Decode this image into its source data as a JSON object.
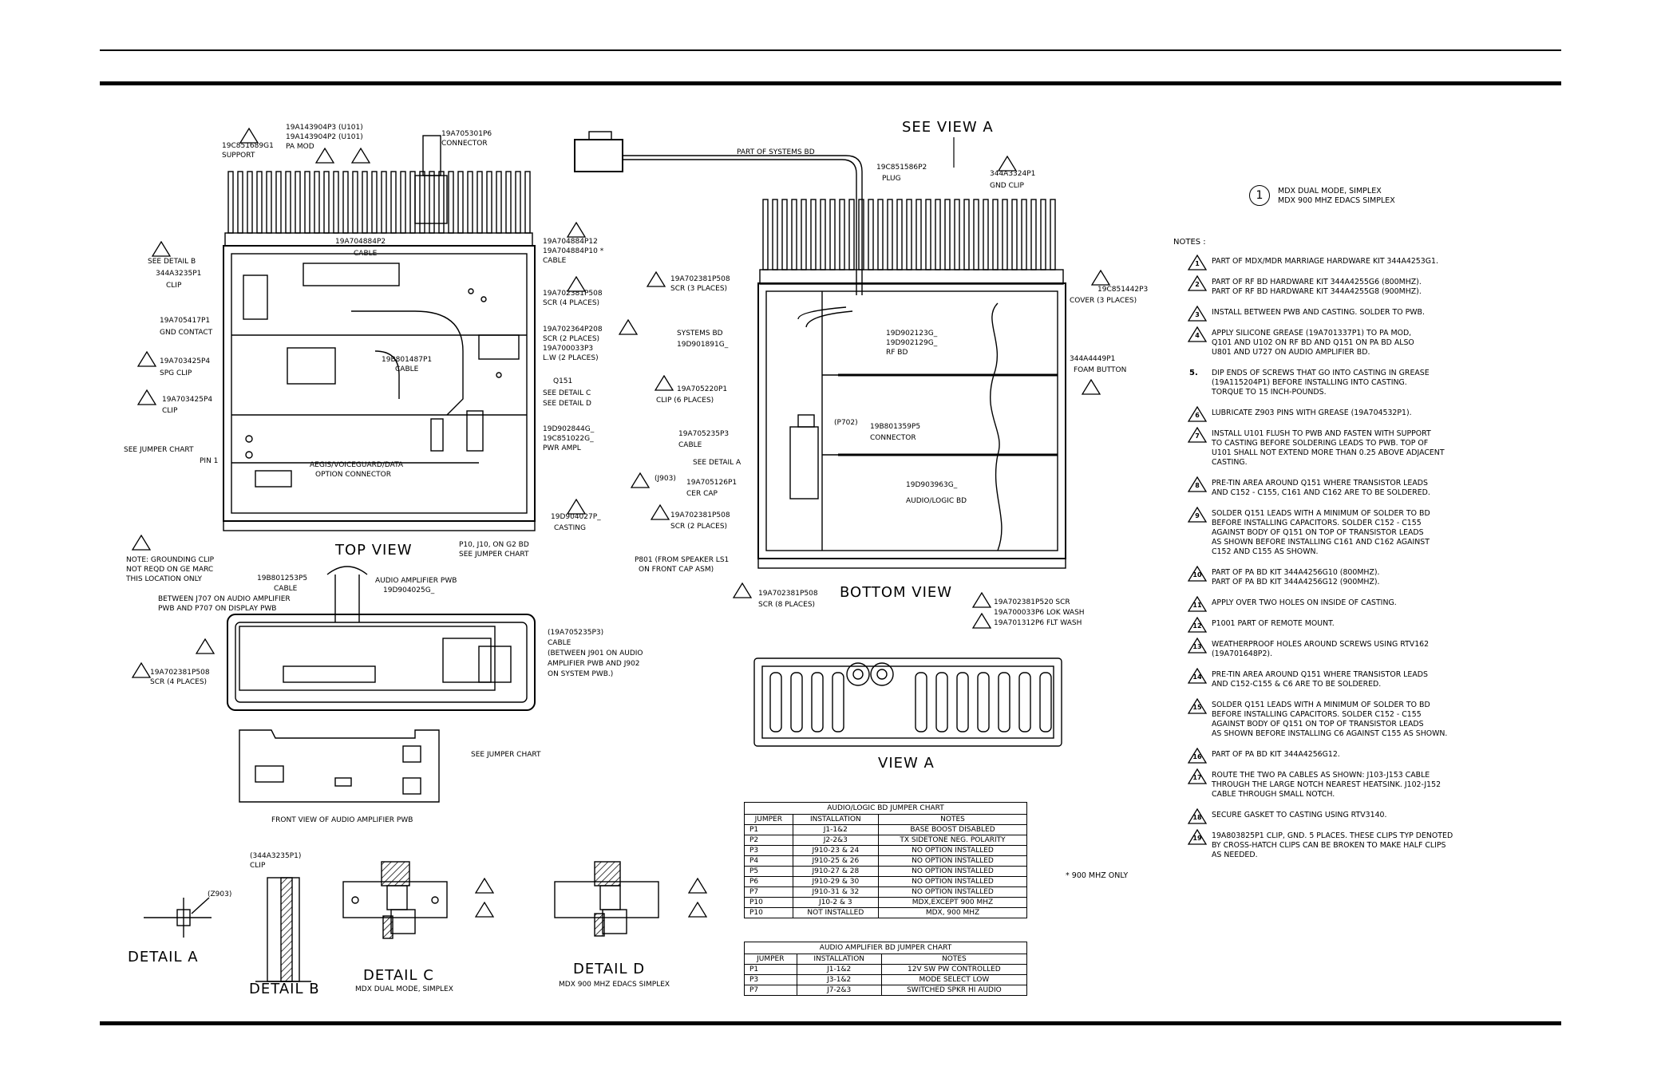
{
  "legend": {
    "symbol": "1",
    "line1": "MDX DUAL MODE, SIMPLEX",
    "line2": "MDX 900 MHZ EDACS SIMPLEX"
  },
  "views": {
    "top": "TOP VIEW",
    "bottom": "BOTTOM VIEW",
    "see_view_a": "SEE VIEW A",
    "view_a": "VIEW A",
    "detail_a": "DETAIL  A",
    "detail_b": "DETAIL B",
    "detail_c": "DETAIL  C",
    "detail_c_sub": "MDX DUAL MODE, SIMPLEX",
    "detail_d": "DETAIL  D",
    "detail_d_sub": "MDX 900 MHZ EDACS SIMPLEX",
    "front_view": "FRONT VIEW OF AUDIO AMPLIFIER PWB"
  },
  "callouts": {
    "support": [
      "19C851689G1",
      "SUPPORT"
    ],
    "pa_mod": [
      "19A143904P3 (U101)",
      "19A143904P2 (U101)",
      "PA MOD"
    ],
    "connector_top": [
      "19A705301P6",
      "CONNECTOR"
    ],
    "cable_p2": [
      "19A704884P2",
      "CABLE"
    ],
    "cable_p12": [
      "19A704884P12",
      "19A704884P10 *",
      "CABLE"
    ],
    "see_detail_b": "SEE DETAIL B",
    "clip_top": [
      "344A3235P1",
      "CLIP"
    ],
    "gnd_contact": [
      "19A705417P1",
      "GND CONTACT"
    ],
    "scr_4": [
      "19A702381P508",
      "SCR (4 PLACES)"
    ],
    "scr_2": [
      "19A702364P208",
      "SCR (2 PLACES)",
      "19A700033P3",
      "L.W (2 PLACES)"
    ],
    "spg_clip": [
      "19A703425P4",
      "SPG CLIP"
    ],
    "clip_p4": [
      "19A703425P4",
      "CLIP"
    ],
    "cable_j705": [
      "19B801487P1",
      "CABLE"
    ],
    "q151": [
      "Q151",
      "SEE DETAIL C",
      "SEE DETAIL D"
    ],
    "pwr_ampl": [
      "19D902844G_",
      "19C851022G_",
      "PWR AMPL"
    ],
    "jumper_chart_left": "SEE JUMPER CHART",
    "pin1": "PIN 1",
    "aegis": [
      "AEGIS/VOICEGUARD/DATA",
      "OPTION CONNECTOR"
    ],
    "casting": [
      "19D904027P_",
      "CASTING"
    ],
    "p10_note": [
      "P10, J10, ON G2 BD",
      "SEE JUMPER CHART"
    ],
    "grounding": [
      "NOTE: GROUNDING CLIP",
      "NOT REQD ON GE MARC",
      "THIS LOCATION ONLY"
    ],
    "cable_p5": [
      "19B801253P5",
      "CABLE",
      "BETWEEN J707 ON AUDIO AMPLIFIER",
      "PWB AND P707 ON DISPLAY PWB"
    ],
    "audio_amp": [
      "AUDIO AMPLIFIER PWB",
      "19D904025G_"
    ],
    "cable_p3": [
      "(19A705235P3)",
      "CABLE",
      "(BETWEEN J901 ON AUDIO",
      "AMPLIFIER PWB AND J902",
      "ON SYSTEM PWB.)"
    ],
    "scr_4_lower": [
      "19A702381P508",
      "SCR  (4 PLACES)"
    ],
    "see_jumper_chart_front": "SEE JUMPER CHART",
    "part_systems_bd": "PART OF SYSTEMS BD",
    "plug": [
      "19C851586P2",
      "PLUG"
    ],
    "gnd_clip": [
      "344A3324P1",
      "GND CLIP"
    ],
    "scr_3": [
      "19A702381P508",
      "SCR (3 PLACES)"
    ],
    "systems_bd": [
      "SYSTEMS BD",
      "19D901891G_"
    ],
    "rf_bd": [
      "19D902123G_",
      "19D902129G_",
      "RF  BD"
    ],
    "cover": [
      "19C851442P3",
      "COVER (3 PLACES)"
    ],
    "foam": [
      "344A4449P1",
      "FOAM BUTTON"
    ],
    "clip_6": [
      "19A705220P1",
      "CLIP (6 PLACES)"
    ],
    "connector_p702": [
      "(P702)",
      "19B801359P5",
      "CONNECTOR"
    ],
    "cable_bottom": [
      "19A705235P3",
      "CABLE"
    ],
    "see_detail_a": "SEE DETAIL A",
    "cer_cap": [
      "19A705126P1",
      "CER CAP"
    ],
    "j903": "(J903)",
    "audio_logic": [
      "19D903963G_",
      "AUDIO/LOGIC BD"
    ],
    "scr_2_bottom": [
      "19A702381P508",
      "SCR (2 PLACES)"
    ],
    "p801": [
      "P801 (FROM SPEAKER LS1",
      "ON FRONT CAP ASM)"
    ],
    "scr_8": [
      "19A702381P508",
      "SCR (8 PLACES)"
    ],
    "scr_wash": [
      "19A702381P520 SCR",
      "19A700033P6 LOK WASH",
      "19A701312P6 FLT WASH"
    ],
    "clip_b": [
      "(344A3235P1)",
      "CLIP"
    ],
    "z903": "(Z903)"
  },
  "audio_logic_chart": {
    "title": "AUDIO/LOGIC  BD  JUMPER  CHART",
    "headers": [
      "JUMPER",
      "INSTALLATION",
      "NOTES"
    ],
    "rows": [
      [
        "P1",
        "J1-1&2",
        "BASE BOOST DISABLED"
      ],
      [
        "P2",
        "J2-2&3",
        "TX SIDETONE NEG. POLARITY"
      ],
      [
        "P3",
        "J910-23 & 24",
        "NO OPTION INSTALLED"
      ],
      [
        "P4",
        "J910-25 & 26",
        "NO OPTION INSTALLED"
      ],
      [
        "P5",
        "J910-27 & 28",
        "NO OPTION INSTALLED"
      ],
      [
        "P6",
        "J910-29 & 30",
        "NO OPTION INSTALLED"
      ],
      [
        "P7",
        "J910-31 & 32",
        "NO OPTION INSTALLED"
      ],
      [
        "P10",
        "J10-2 & 3",
        "MDX,EXCEPT 900 MHZ"
      ],
      [
        "P10",
        "NOT INSTALLED",
        "MDX, 900 MHZ"
      ]
    ]
  },
  "audio_amp_chart": {
    "title": "AUDIO  AMPLIFIER  BD  JUMPER  CHART",
    "headers": [
      "JUMPER",
      "INSTALLATION",
      "NOTES"
    ],
    "rows": [
      [
        "P1",
        "J1-1&2",
        "12V  SW  PW  CONTROLLED"
      ],
      [
        "P3",
        "J3-1&2",
        "MODE  SELECT  LOW"
      ],
      [
        "P7",
        "J7-2&3",
        "SWITCHED SPKR HI AUDIO"
      ]
    ]
  },
  "footnote": "*  900 MHZ ONLY",
  "notes_title": "NOTES :",
  "notes": [
    {
      "mark": "1",
      "text": "PART OF MDX/MDR MARRIAGE HARDWARE KIT 344A4253G1."
    },
    {
      "mark": "2",
      "text": "PART OF RF BD HARDWARE KIT 344A4255G6 (800MHZ).\nPART OF RF BD HARDWARE KIT 344A4255G8 (900MHZ)."
    },
    {
      "mark": "3",
      "text": "INSTALL BETWEEN PWB AND CASTING.  SOLDER TO PWB."
    },
    {
      "mark": "4",
      "text": "APPLY SILICONE GREASE (19A701337P1) TO PA MOD,\nQ101 AND U102 ON RF BD AND Q151 ON PA BD ALSO\nU801 AND U727 ON AUDIO AMPLIFIER BD."
    },
    {
      "mark": "5.",
      "plain": true,
      "text": "DIP ENDS OF SCREWS THAT GO INTO CASTING IN GREASE\n(19A115204P1) BEFORE INSTALLING INTO CASTING.\nTORQUE TO 15 INCH-POUNDS."
    },
    {
      "mark": "6",
      "text": "LUBRICATE Z903 PINS WITH GREASE (19A704532P1)."
    },
    {
      "mark": "7",
      "text": "INSTALL U101 FLUSH TO PWB AND FASTEN WITH SUPPORT\nTO CASTING BEFORE SOLDERING LEADS TO PWB.  TOP OF\nU101 SHALL NOT EXTEND MORE THAN 0.25 ABOVE ADJACENT\nCASTING."
    },
    {
      "mark": "8",
      "text": "PRE-TIN AREA AROUND Q151 WHERE TRANSISTOR LEADS\nAND C152 - C155, C161 AND C162 ARE TO BE SOLDERED."
    },
    {
      "mark": "9",
      "text": "SOLDER Q151 LEADS WITH A MINIMUM OF SOLDER TO BD\nBEFORE INSTALLING CAPACITORS.  SOLDER C152 - C155\nAGAINST BODY OF Q151 ON TOP OF TRANSISTOR LEADS\nAS SHOWN BEFORE INSTALLING C161 AND C162 AGAINST\nC152 AND C155 AS SHOWN."
    },
    {
      "mark": "10",
      "text": "PART OF PA BD KIT 344A4256G10 (800MHZ).\nPART OF PA BD KIT 344A4256G12 (900MHZ)."
    },
    {
      "mark": "11",
      "text": "APPLY OVER TWO HOLES ON INSIDE OF CASTING."
    },
    {
      "mark": "12",
      "text": "P1001 PART OF REMOTE MOUNT."
    },
    {
      "mark": "13",
      "text": "WEATHERPROOF HOLES AROUND SCREWS USING RTV162\n(19A701648P2)."
    },
    {
      "mark": "14",
      "text": "PRE-TIN AREA AROUND Q151 WHERE TRANSISTOR LEADS\nAND C152-C155 & C6 ARE TO BE SOLDERED."
    },
    {
      "mark": "15",
      "text": "SOLDER Q151 LEADS WITH A MINIMUM OF SOLDER TO BD\nBEFORE INSTALLING CAPACITORS.  SOLDER C152 - C155\nAGAINST BODY OF Q151 ON TOP OF TRANSISTOR LEADS\nAS SHOWN BEFORE INSTALLING C6 AGAINST C155 AS SHOWN."
    },
    {
      "mark": "16",
      "text": "PART OF PA BD KIT 344A4256G12."
    },
    {
      "mark": "17",
      "text": "ROUTE THE TWO PA CABLES AS SHOWN: J103-J153 CABLE\nTHROUGH THE LARGE NOTCH NEAREST HEATSINK.  J102-J152\nCABLE THROUGH SMALL NOTCH."
    },
    {
      "mark": "18",
      "text": "SECURE GASKET TO CASTING USING RTV3140."
    },
    {
      "mark": "19",
      "text": "19A803825P1 CLIP, GND. 5 PLACES. THESE CLIPS TYP DENOTED\nBY CROSS-HATCH CLIPS CAN BE BROKEN TO MAKE HALF CLIPS\nAS NEEDED."
    }
  ]
}
